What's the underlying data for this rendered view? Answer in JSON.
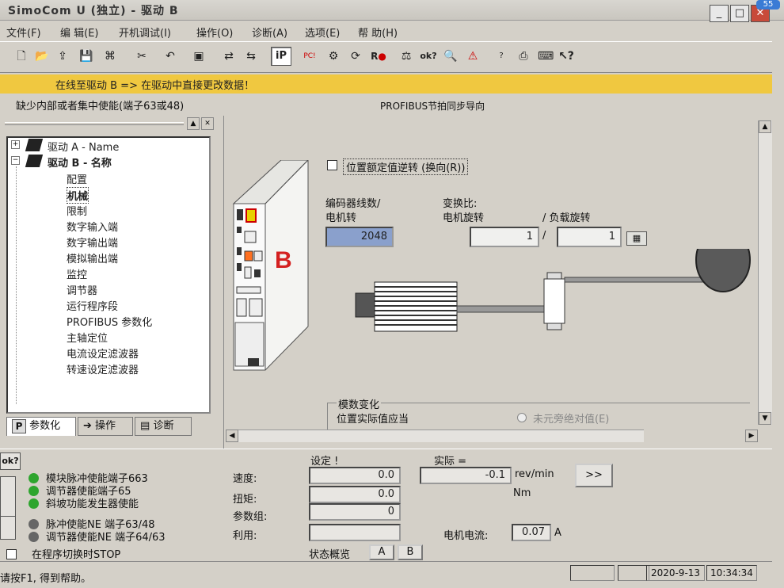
{
  "window": {
    "title": "SimoCom U (独立) - 驱动 B",
    "badge": "55"
  },
  "menu": [
    "文件(F)",
    "编 辑(E)",
    "开机调试(I)",
    "操作(O)",
    "诊断(A)",
    "选项(E)",
    "帮 助(H)"
  ],
  "online_bar": "在线至驱动 B => 在驱动中直接更改数据！",
  "hint_left": "缺少内部或者集中使能(端子63或48)",
  "hint_center": "PROFIBUS节拍同步导向",
  "tree": {
    "drive_a": "驱动 A - Name",
    "drive_b": "驱动 B - 名称",
    "children": [
      "配置",
      "机械",
      "限制",
      "数字输入端",
      "数字输出端",
      "模拟输出端",
      "监控",
      "调节器",
      "运行程序段",
      "PROFIBUS 参数化",
      "主轴定位",
      "电流设定滤波器",
      "转速设定滤波器"
    ]
  },
  "tabs": {
    "params": "参数化",
    "operate": "操作",
    "diag": "诊断"
  },
  "main": {
    "reverse_label": "位置额定值逆转 (换向(R))",
    "encoder_label_1": "编码器线数/",
    "encoder_label_2": "电机转",
    "encoder_value": "2048",
    "ratio_label_1": "变换比:",
    "ratio_label_2": "电机旋转",
    "load_label": "/ 负载旋转",
    "ratio_motor": "1",
    "ratio_load": "1",
    "ratio_sep": "/",
    "modulo_label": "模数变化",
    "pos_actual_label": "位置实际值应当",
    "abs_option": "未元旁绝对值(E)",
    "module_letter": "B"
  },
  "bottom": {
    "ok_btn": "ok?",
    "set_header": "设定 !",
    "actual_header": "实际 =",
    "leds": [
      {
        "label": "模块脉冲使能端子663",
        "color": "#2ea52e"
      },
      {
        "label": "调节器使能端子65",
        "color": "#2ea52e"
      },
      {
        "label": "斜坡功能发生器使能",
        "color": "#2ea52e"
      },
      {
        "label": "脉冲使能NE 端子63/48",
        "color": "#666666"
      },
      {
        "label": "调节器使能NE 端子64/63",
        "color": "#666666"
      }
    ],
    "speed_label": "速度:",
    "torque_label": "扭矩:",
    "paramset_label": "参数组:",
    "util_label": "利用:",
    "speed_set": "0.0",
    "speed_actual": "-0.1",
    "speed_unit": "rev/min",
    "torque_set": "0.0",
    "torque_unit": "Nm",
    "paramset_value": "0",
    "more_btn": ">>",
    "current_label": "电机电流:",
    "current_value": "0.07",
    "current_unit": "A",
    "stop_label": "在程序切换时STOP",
    "status_overview": "状态概览",
    "btn_a": "A",
    "btn_b": "B"
  },
  "status": {
    "help": "请按F1, 得到帮助。",
    "date": "2020-9-13",
    "time": "10:34:34"
  },
  "colors": {
    "online": "#f0c840",
    "selected_field": "#8aa0cc",
    "module_red": "#d42020",
    "led_on": "#2ea52e"
  }
}
